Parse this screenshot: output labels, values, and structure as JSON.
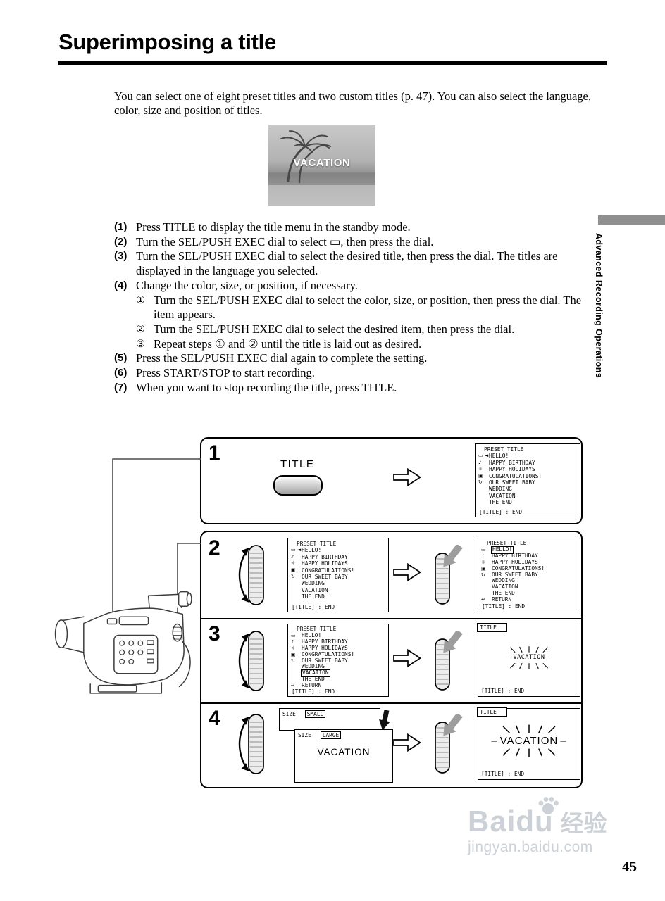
{
  "page": {
    "title": "Superimposing a title",
    "page_number": "45"
  },
  "sidebar": {
    "label": "Advanced Recording Operations"
  },
  "intro": "You can select one of eight preset titles and two custom titles (p. 47). You can also select the language, color, size and position of titles.",
  "photo": {
    "caption": "VACATION"
  },
  "steps": [
    {
      "num": "(1)",
      "text": "Press TITLE to display the title menu in the standby mode."
    },
    {
      "num": "(2)",
      "text": "Turn the SEL/PUSH EXEC dial to select ▭, then press the dial."
    },
    {
      "num": "(3)",
      "text": "Turn the SEL/PUSH EXEC dial to select the desired title, then press the dial. The titles are displayed in the language you selected."
    },
    {
      "num": "(4)",
      "text": "Change the color, size, or position, if necessary.",
      "substeps": [
        {
          "num": "①",
          "text": "Turn the SEL/PUSH EXEC dial to select the color, size, or position, then press the dial. The item appears."
        },
        {
          "num": "②",
          "text": "Turn the SEL/PUSH EXEC dial to select the desired item, then press the dial."
        },
        {
          "num": "③",
          "text": "Repeat steps ① and ② until the title is laid out as desired."
        }
      ]
    },
    {
      "num": "(5)",
      "text": "Press the SEL/PUSH EXEC dial again to complete the setting."
    },
    {
      "num": "(6)",
      "text": "Press START/STOP to start recording."
    },
    {
      "num": "(7)",
      "text": "When you want to stop recording the title, press TITLE."
    }
  ],
  "diagram": {
    "numbers": [
      "1",
      "2",
      "3",
      "4"
    ],
    "title_button_label": "TITLE",
    "screens": {
      "menu_header": "PRESET TITLE",
      "footer": "[TITLE] : END",
      "title_tag": "TITLE",
      "blink_word": "VACATION",
      "blink_dash": "–",
      "size_label": "SIZE",
      "size_small_value": "SMALL",
      "size_large_value": "LARGE",
      "size_large_word": "VACATION",
      "cursor_rows": [
        {
          "icon": "▭",
          "cur": "◄",
          "text": "HELLO!"
        },
        {
          "icon": "♪",
          "text": "HAPPY BIRTHDAY"
        },
        {
          "icon": "☼",
          "text": "HAPPY HOLIDAYS"
        },
        {
          "icon": "▣",
          "text": "CONGRATULATIONS!"
        },
        {
          "icon": "↻",
          "text": "OUR SWEET BABY"
        },
        {
          "text": "WEDDING"
        },
        {
          "text": "VACATION"
        },
        {
          "text": "THE END"
        }
      ],
      "hello_rows": [
        {
          "icon": "▭",
          "text": "HELLO!",
          "cls": "boxed"
        },
        {
          "icon": "♪",
          "text": "HAPPY BIRTHDAY"
        },
        {
          "icon": "☼",
          "text": "HAPPY HOLIDAYS"
        },
        {
          "icon": "▣",
          "text": "CONGRATULATIONS!"
        },
        {
          "icon": "↻",
          "text": "OUR SWEET BABY"
        },
        {
          "text": "WEDDING"
        },
        {
          "text": "VACATION"
        },
        {
          "text": "THE END"
        },
        {
          "icon": "↵",
          "text": "RETURN"
        }
      ],
      "vacation_rows": [
        {
          "icon": "▭",
          "text": "HELLO!"
        },
        {
          "icon": "♪",
          "text": "HAPPY BIRTHDAY"
        },
        {
          "icon": "☼",
          "text": "HAPPY HOLIDAYS"
        },
        {
          "icon": "▣",
          "text": "CONGRATULATIONS!"
        },
        {
          "icon": "↻",
          "text": "OUR SWEET BABY"
        },
        {
          "text": "WEDDING"
        },
        {
          "text": "VACATION",
          "cls": "boxed"
        },
        {
          "text": "THE END"
        },
        {
          "icon": "↵",
          "text": "RETURN"
        }
      ]
    }
  },
  "watermark": {
    "brand_part1": "Bai",
    "brand_part2": "du",
    "brand_cjk": "经验",
    "url": "jingyan.baidu.com"
  }
}
